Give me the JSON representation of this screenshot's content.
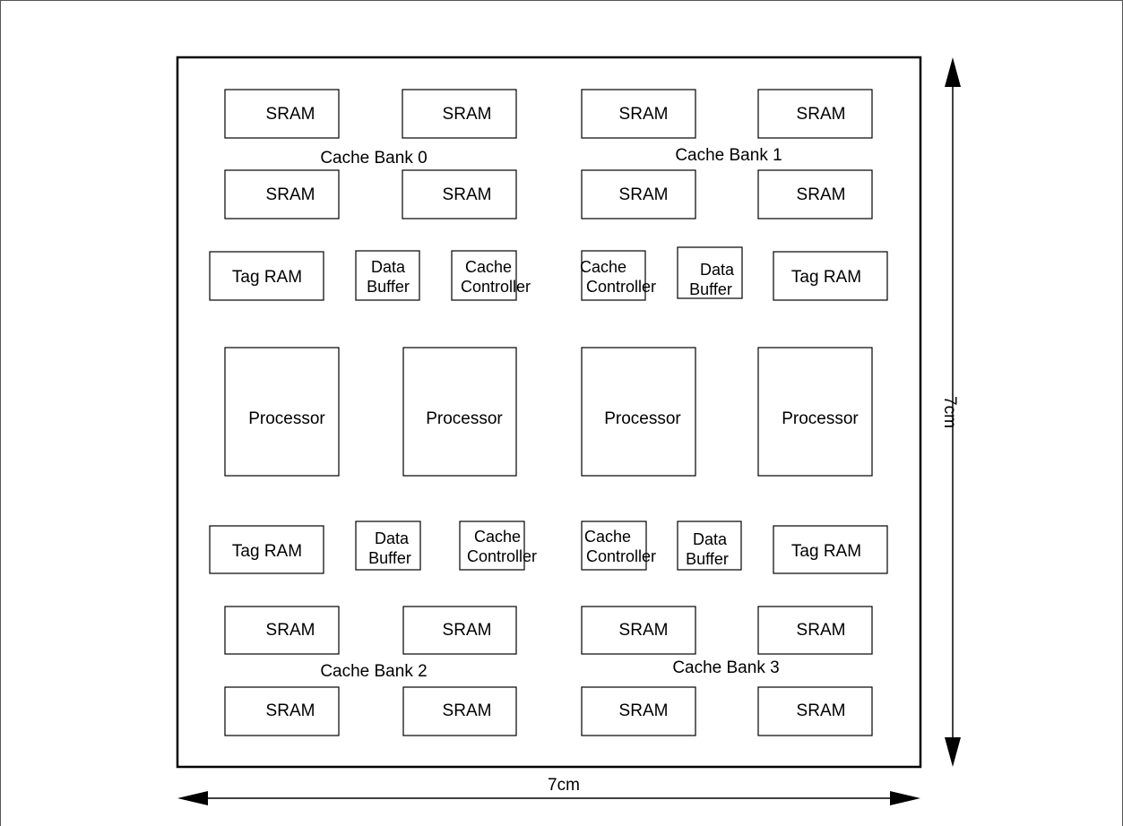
{
  "diagram": {
    "sram": "SRAM",
    "tag_ram": "Tag RAM",
    "data_buffer": [
      "Data",
      "Buffer"
    ],
    "cache_controller": [
      "Cache",
      "Controller"
    ],
    "processor": "Processor",
    "banks": [
      "Cache Bank 0",
      "Cache Bank 1",
      "Cache Bank 2",
      "Cache Bank 3"
    ],
    "width_label": "7cm",
    "height_label": "7cm"
  }
}
